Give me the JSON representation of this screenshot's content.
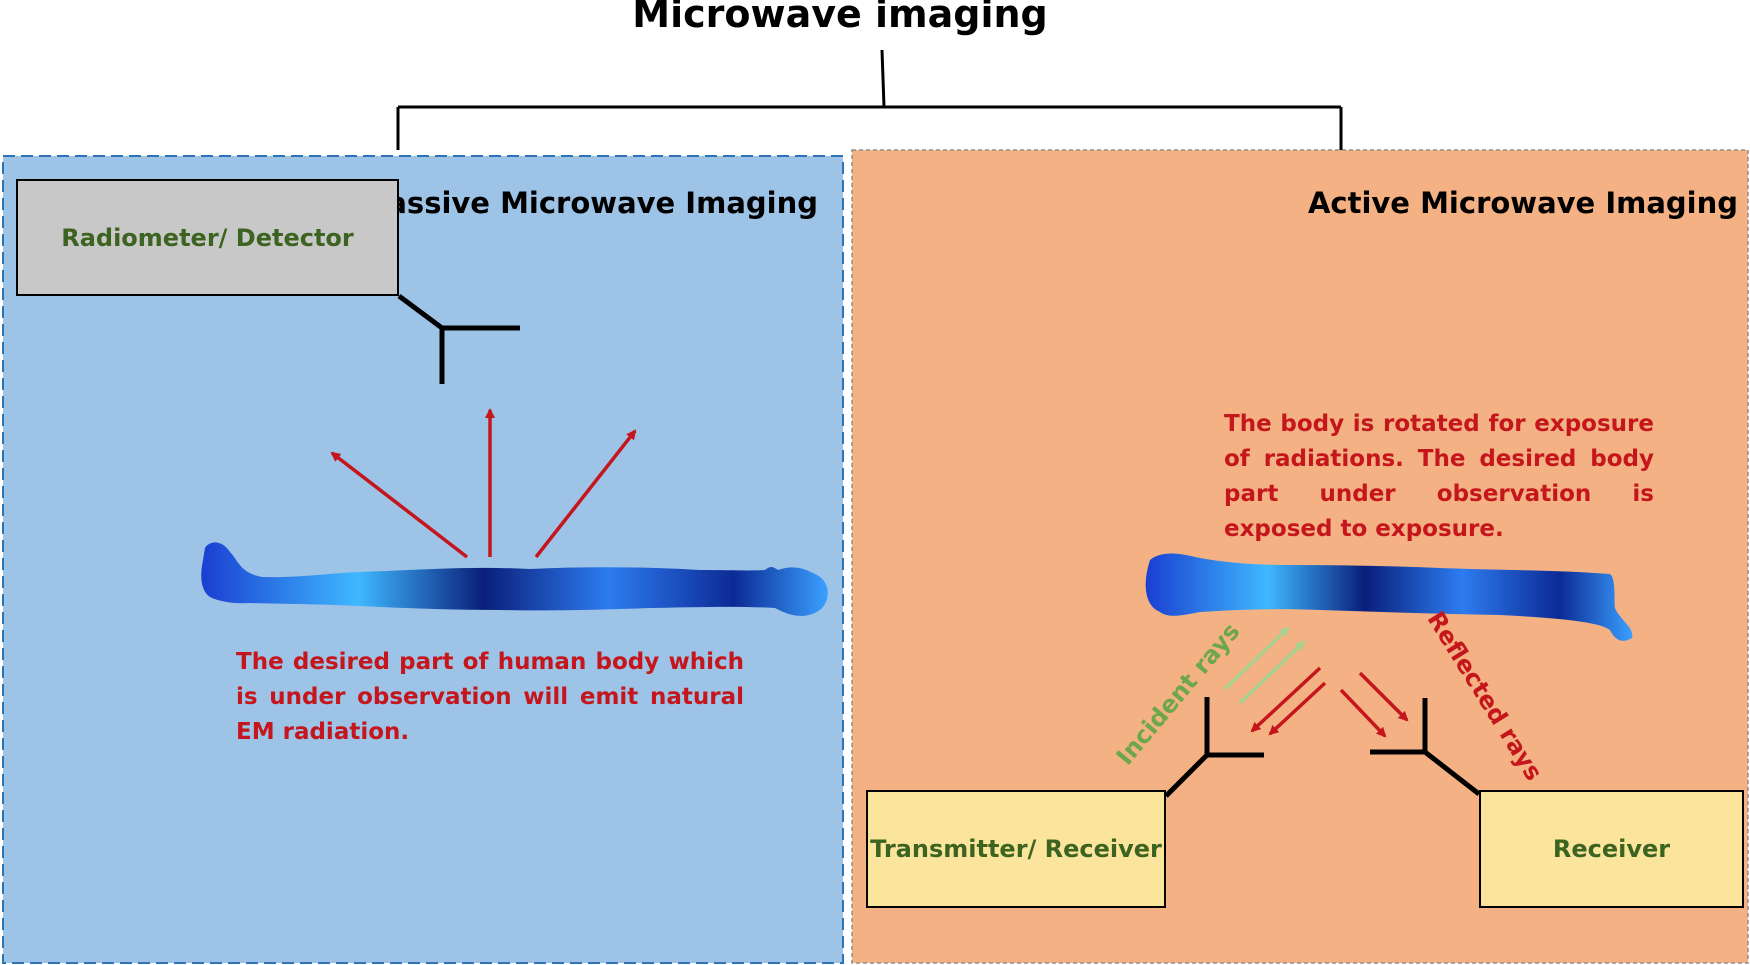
{
  "title": "Microwave imaging",
  "passive": {
    "title": "Passive Microwave Imaging",
    "detector_label": "Radiometer/ Detector",
    "note": "The desired part of human body which is under observation will emit natural EM radiation."
  },
  "active": {
    "title": "Active Microwave Imaging",
    "note": "The body is rotated for exposure of radiations. The desired body part under observation is exposed to exposure.",
    "transmitter_label": "Transmitter/ Receiver",
    "receiver_label": "Receiver",
    "incident_label": "Incident rays",
    "reflected_label": "Reflected rays"
  },
  "colors": {
    "passive_panel": "#9dc3e6",
    "active_panel": "#f4b183",
    "detector_box": "#c8c8c8",
    "antenna_box": "#fbe59c",
    "ray_red": "#c4161c",
    "ray_green": "#a9d18e",
    "box_text": "#3d6320"
  }
}
